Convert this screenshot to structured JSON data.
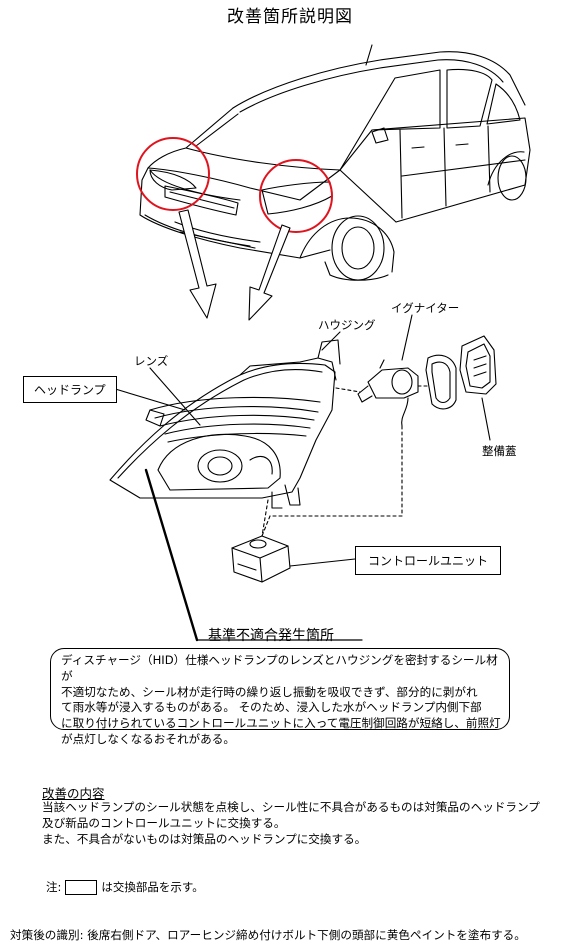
{
  "title": "改善箇所説明図",
  "labels": {
    "headlamp": "ヘッドランプ",
    "lens": "レンズ",
    "housing": "ハウジング",
    "igniter": "イグナイター",
    "cover": "整備蓋",
    "control_unit": "コントロールユニット"
  },
  "defect": {
    "title": "基準不適合発生箇所",
    "lines": [
      "ディスチャージ（HID）仕様ヘッドランプのレンズとハウジングを密封するシール材が",
      "不適切なため、シール材が走行時の繰り返し振動を吸収できず、部分的に剥がれ",
      "て雨水等が浸入するものがある。 そのため、浸入した水がヘッドランプ内側下部",
      "に取り付けられているコントロールユニットに入って電圧制御回路が短絡し、前照灯",
      "が点灯しなくなるおそれがある。"
    ]
  },
  "improvement": {
    "title": "改善の内容",
    "lines": [
      "当該ヘッドランプのシール状態を点検し、シール性に不具合があるものは対策品のヘッドランプ",
      "及び新品のコントロールユニットに交換する。",
      "また、不具合がないものは対策品のヘッドランプに交換する。"
    ]
  },
  "note": {
    "prefix": "注:",
    "suffix": "は交換部品を示す。"
  },
  "identification": "対策後の識別: 後席右側ドア、ロアーヒンジ締め付けボルト下側の頭部に黄色ペイントを塗布する。",
  "colors": {
    "highlight_circle": "#e0141e",
    "line": "#000000"
  }
}
